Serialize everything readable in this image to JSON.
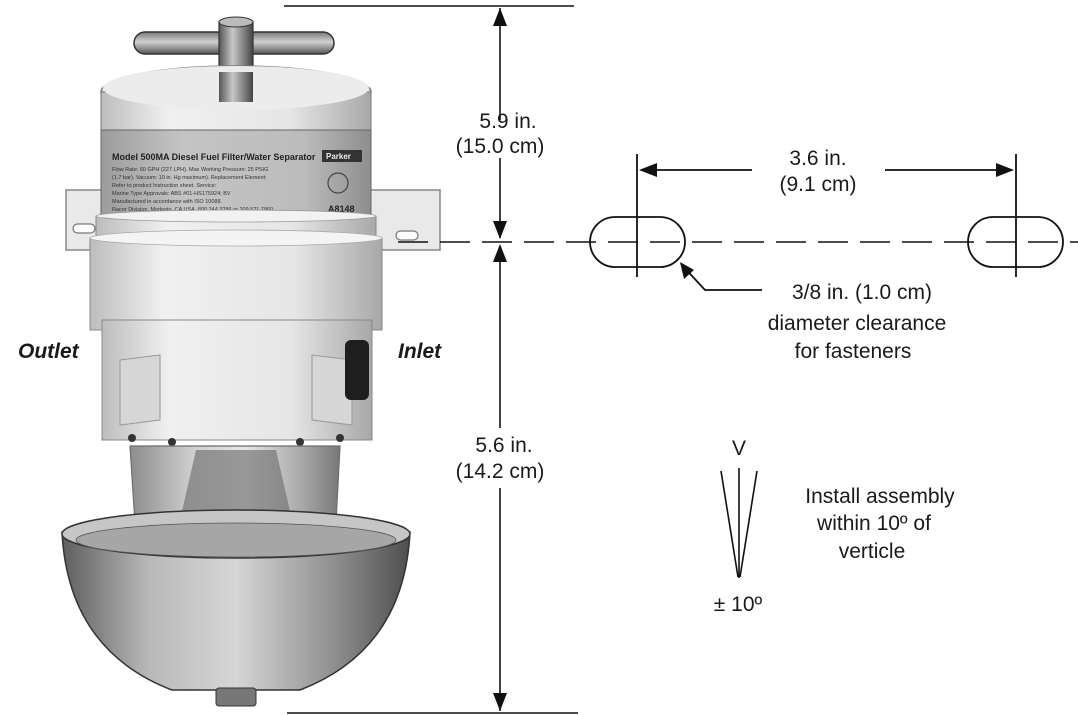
{
  "product": {
    "label_title": "Model 500MA Diesel Fuel Filter/Water Separator",
    "label_line1": "Flow Rate: 60 GPH (227 LPH). Max Working Pressure: 25 PSIG",
    "label_line2": "(1.7 bar). Vacuum: 10 in. Hg maximum). Replacement Element:",
    "label_line3": "Refer to product Instruction sheet. Service:",
    "label_line4": "Marine Type Approvals: ABS #01-HS175924; BV",
    "label_line5": "Manufactured in accordance with ISO 10088.",
    "label_line6": "Racor Division, Modesto, CA USA, 800 344 3286 or 209 521 7860",
    "brand": "Parker",
    "part_code": "A8148"
  },
  "labels": {
    "outlet": "Outlet",
    "inlet": "Inlet"
  },
  "dimensions": {
    "upper_in": "5.9 in.",
    "upper_cm": "(15.0 cm)",
    "lower_in": "5.6 in.",
    "lower_cm": "(14.2 cm)",
    "spacing_in": "3.6 in.",
    "spacing_cm": "(9.1 cm)"
  },
  "hole_note": {
    "line1": "3/8 in. (1.0 cm)",
    "line2": "diameter clearance",
    "line3": "for fasteners"
  },
  "tilt": {
    "v_label": "V",
    "tolerance": "± 10º",
    "line1": "Install assembly",
    "line2": "within 10º of",
    "line3": "verticle"
  },
  "colors": {
    "line": "#111111",
    "housing": "#e2e2e2",
    "bowl_metal": "#9a9a9a"
  }
}
